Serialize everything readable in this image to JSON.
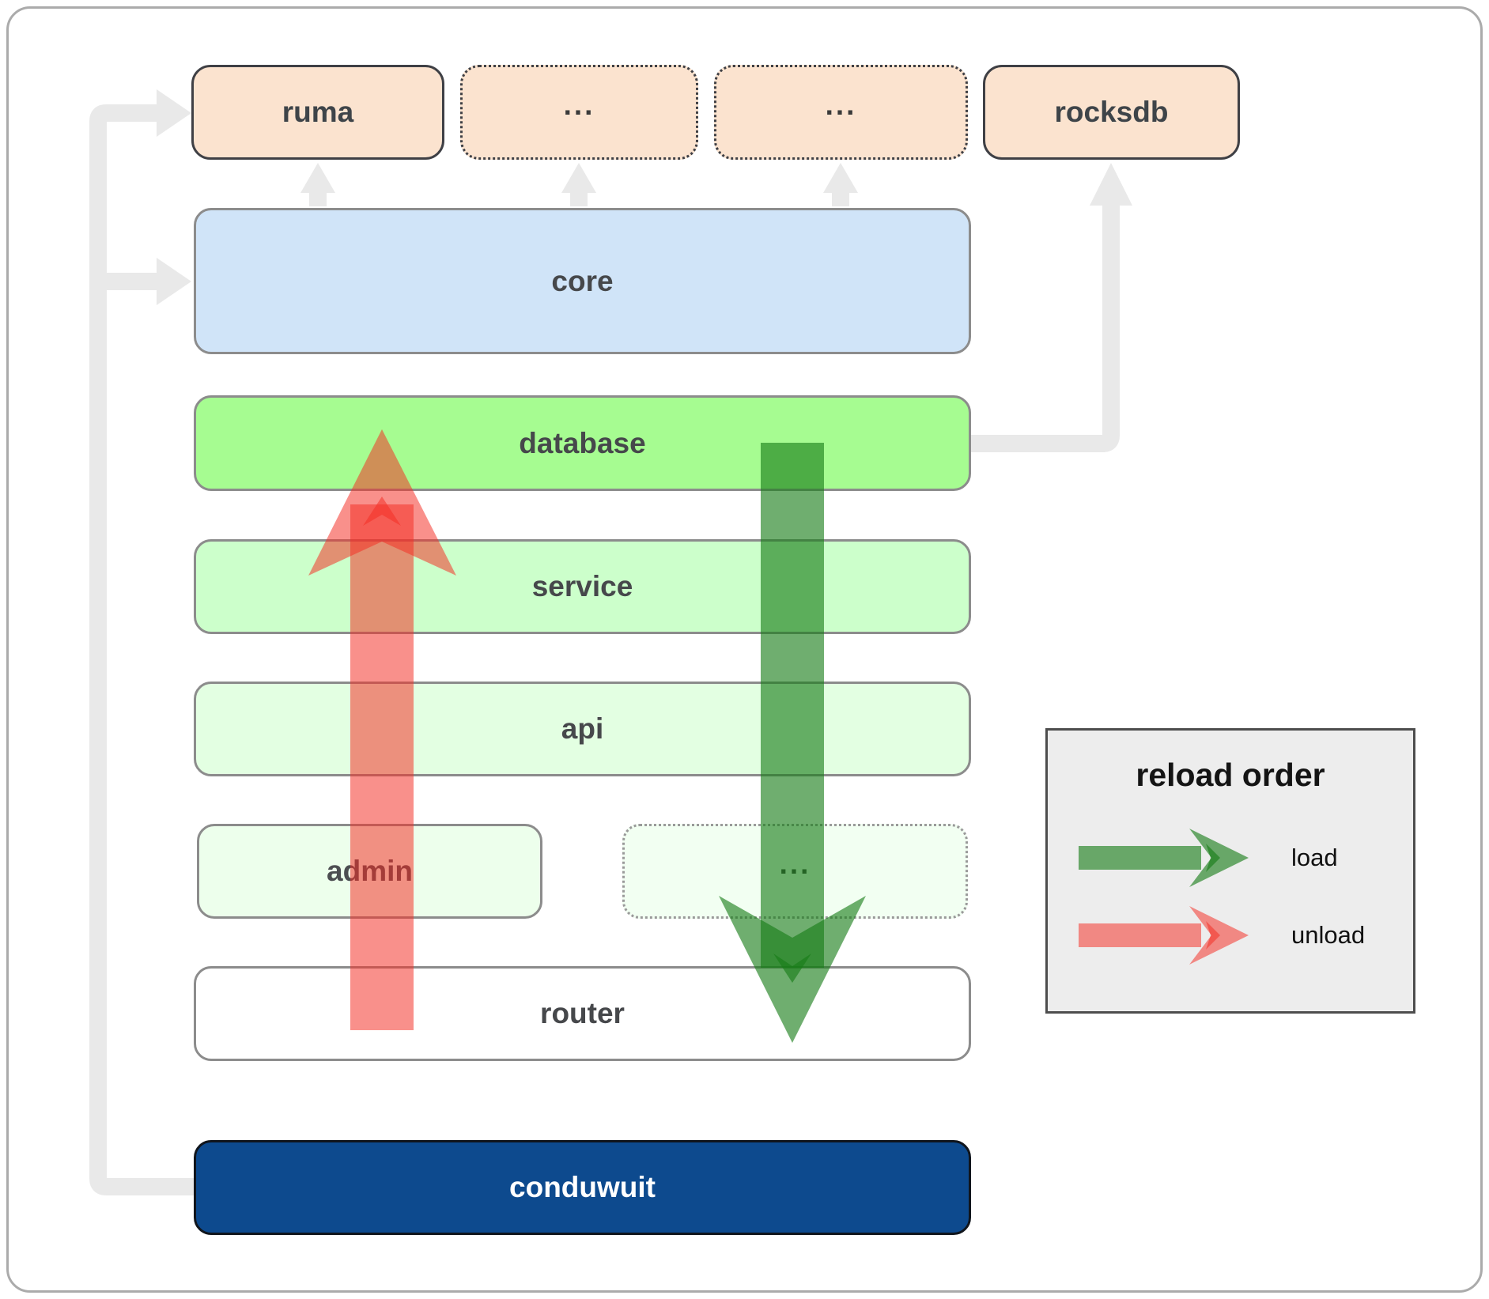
{
  "top_row": {
    "ruma": "ruma",
    "ellipsis_1": "...",
    "ellipsis_2": "...",
    "rocksdb": "rocksdb"
  },
  "layers": {
    "core": "core",
    "database": "database",
    "service": "service",
    "api": "api",
    "admin": "admin",
    "admin_ellipsis": "...",
    "router": "router",
    "app": "conduwuit"
  },
  "legend": {
    "title": "reload order",
    "load_label": "load",
    "unload_label": "unload"
  },
  "colors": {
    "connector_gray": "#e9e9e9",
    "load_arrow": "rgba(22,125,22,0.62)",
    "unload_arrow": "rgba(244,45,35,0.53)",
    "peach_box": "#fbe3cf",
    "core_blue": "#d0e4f8",
    "database_green": "#a6fc91",
    "service_green": "#ccffcb",
    "api_green": "#e3ffe2",
    "admin_green": "#edffec",
    "conduwuit_blue": "#0d4a8e",
    "legend_bg": "#ededed"
  }
}
